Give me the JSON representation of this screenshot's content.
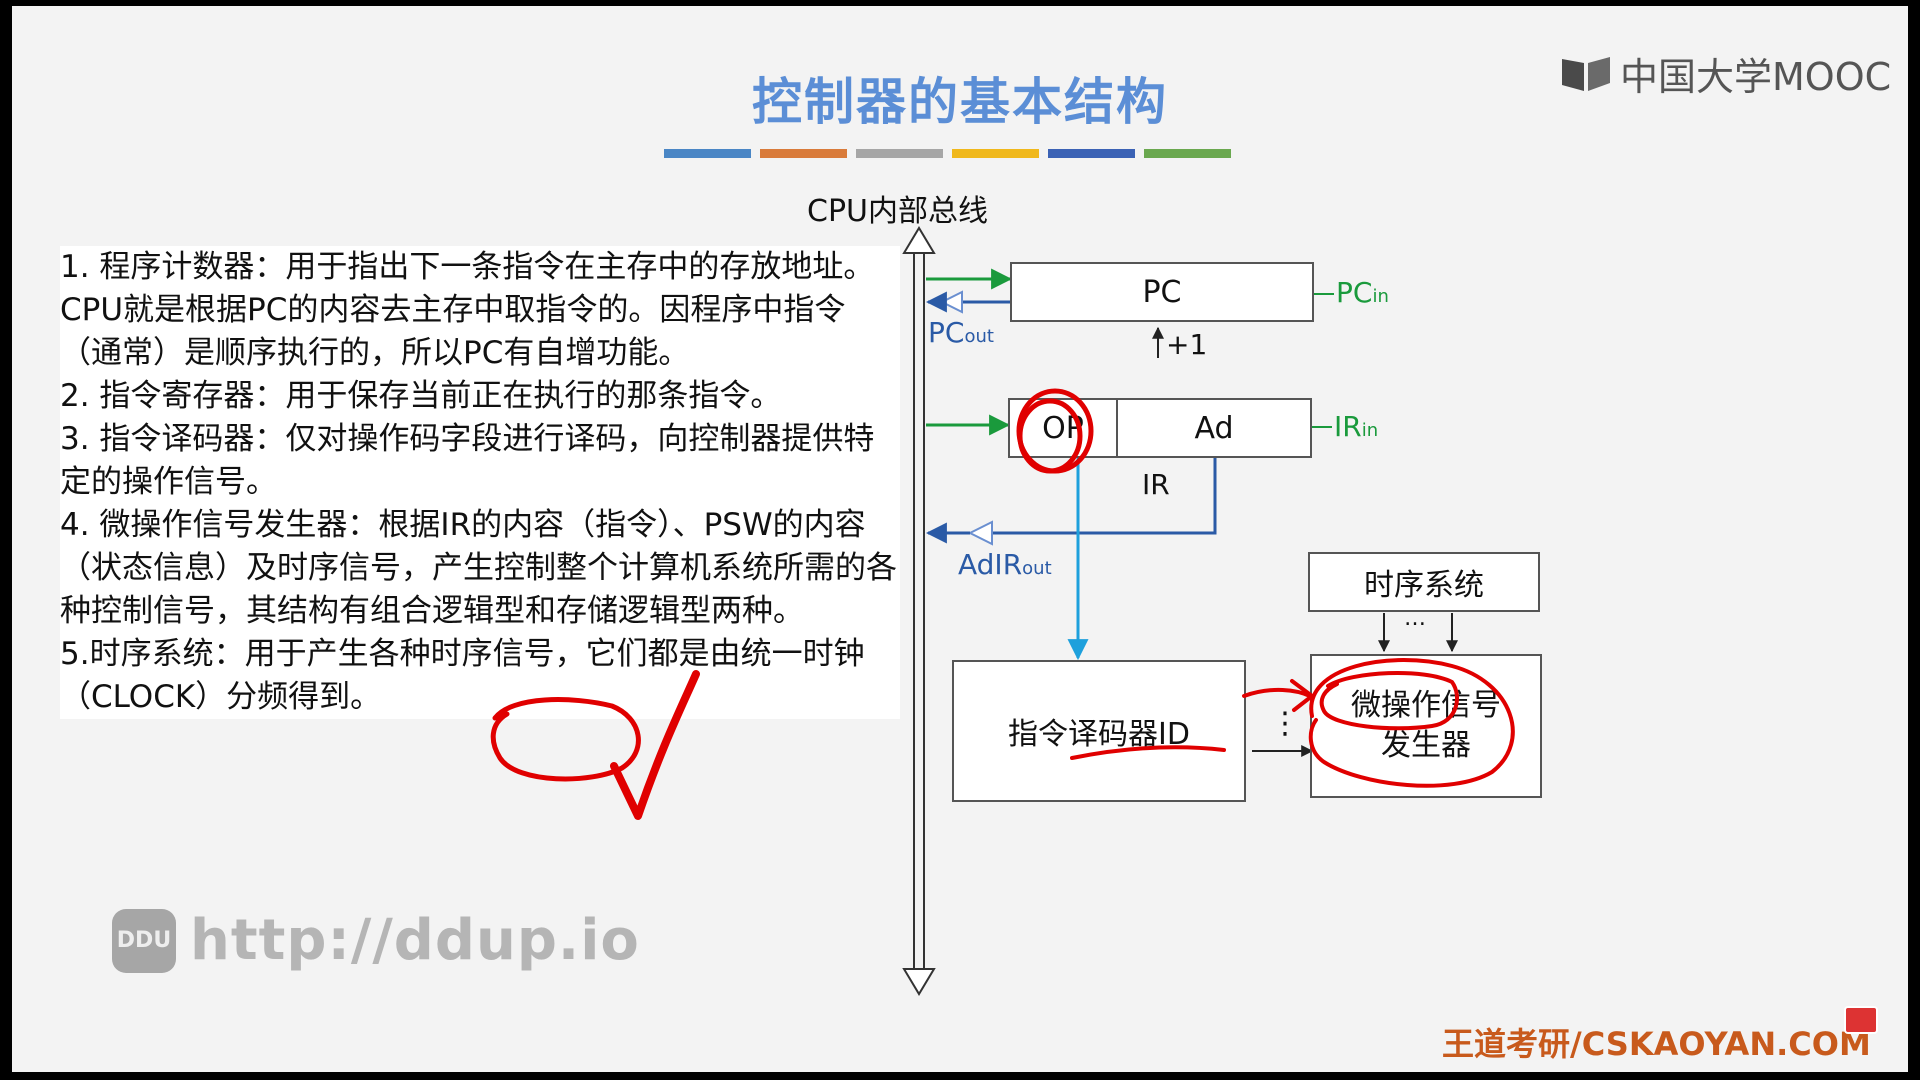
{
  "slide": {
    "title": "控制器的基本结构",
    "color_bar": [
      "#4a86c5",
      "#d97b3a",
      "#a6a6a6",
      "#f0b81c",
      "#3b62b5",
      "#6aa84f"
    ],
    "logo_text": "中国大学MOOC",
    "footer": "王道考研/CSKAOYAN.COM",
    "watermark": {
      "badge": "DDU",
      "url": "http://ddup.io"
    }
  },
  "description": {
    "items": [
      "1. 程序计数器：用于指出下一条指令在主存中的存放地址。CPU就是根据PC的内容去主存中取指令的。因程序中指令（通常）是顺序执行的，所以PC有自增功能。",
      "2. 指令寄存器：用于保存当前正在执行的那条指令。",
      "3. 指令译码器：仅对操作码字段进行译码，向控制器提供特定的操作信号。",
      "4. 微操作信号发生器：根据IR的内容（指令）、PSW的内容（状态信息）及时序信号，产生控制整个计算机系统所需的各种控制信号，其结构有组合逻辑型和存储逻辑型两种。",
      "5.时序系统：用于产生各种时序信号，它们都是由统一时钟（CLOCK）分频得到。"
    ]
  },
  "diagram": {
    "bus_label": "CPU内部总线",
    "pc": "PC",
    "pc_in": {
      "main": "PC",
      "sub": "in"
    },
    "pc_out": {
      "main": "PC",
      "sub": "out"
    },
    "plus_one": "+1",
    "op": "OP",
    "ad": "Ad",
    "ir": "IR",
    "ir_in": {
      "main": "IR",
      "sub": "in"
    },
    "adir_out": {
      "main": "AdIR",
      "sub": "out"
    },
    "timing": "时序系统",
    "ellipsis": "…",
    "decoder": "指令译码器ID",
    "vdots": "⋮",
    "micro_line1": "微操作信号",
    "micro_line2": "发生器",
    "colors": {
      "green": "#1a9a3c",
      "blue": "#2a5aa6",
      "cyan": "#1ea0dc",
      "red": "#e00000"
    }
  }
}
